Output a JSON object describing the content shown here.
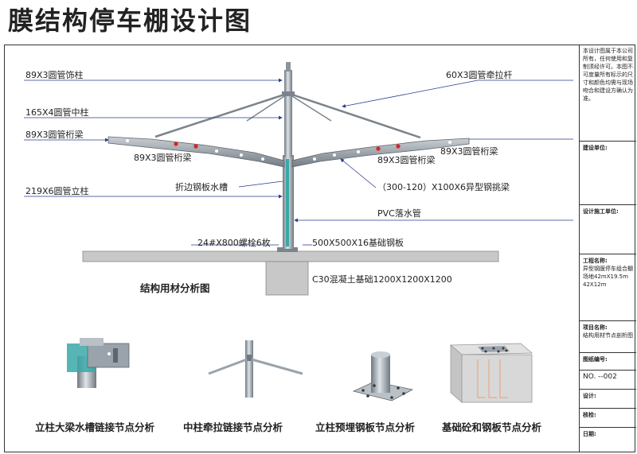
{
  "title": "膜结构停车棚设计图",
  "labels": {
    "deco_column": "89X3圆管饰柱",
    "tie_rod": "60X3圆管牵拉杆",
    "center_column": "165X4圆管中柱",
    "truss_beam_left": "89X3圆管桁梁",
    "truss_beam_inner_left": "89X3圆管桁梁",
    "truss_beam_inner_right": "89X3圆管桁梁",
    "truss_beam_right": "89X3圆管桁梁",
    "upright_column": "219X6圆管立柱",
    "gutter": "折边钢板水槽",
    "cantilever_beam": "（300-120）X100X6异型钢挑梁",
    "drain_pipe": "PVC落水管",
    "anchor_bolts": "24#X800螺栓6枚",
    "base_plate": "500X500X16基础钢板",
    "concrete_footing": "C30混凝土基础1200X1200X1200",
    "structure_caption": "结构用材分析图"
  },
  "details": [
    {
      "caption": "立柱大梁水槽链接节点分析"
    },
    {
      "caption": "中柱牵拉链接节点分析"
    },
    {
      "caption": "立柱预埋钢板节点分析"
    },
    {
      "caption": "基础砼和钢板节点分析"
    }
  ],
  "title_block": {
    "copyright_note": "本设计图属于本公司所有，任何使用和复制须经许可。本图不可度量所有标示的尺寸和颜色均需与现场吻合和建设方确认为准。",
    "client_label": "建设单位:",
    "contractor_label": "设计施工单位:",
    "project_label": "工程名称:",
    "project_name": "异型钢膜停车组合棚",
    "project_size1": "场地42mX19.5m",
    "project_size2": "42X12m",
    "item_label": "项目名称:",
    "item_name": "结构用材节点剖析图",
    "drawing_no_label": "图纸编号:",
    "drawing_no": "NO. --002",
    "design_label": "设计:",
    "check_label": "核检:",
    "date_label": "日期:"
  },
  "colors": {
    "steel": "#9aa3ab",
    "steel_dark": "#5d666e",
    "pointer": "#2a3a8f",
    "ground": "#c8c8c8",
    "red_dot": "#e02020",
    "gutter": "#3aa8a8"
  }
}
